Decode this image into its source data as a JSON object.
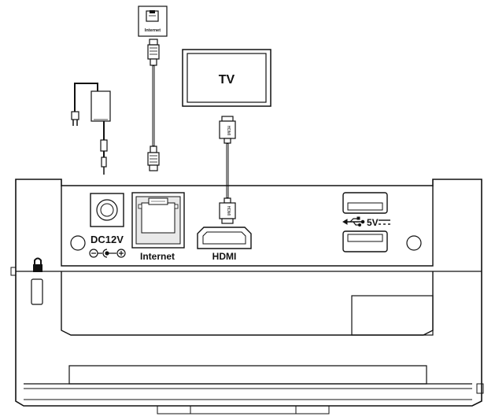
{
  "wall_jack": {
    "label": "Internet"
  },
  "tv": {
    "label": "TV"
  },
  "cable_labels": {
    "hdmi_plug_text": "HDMI"
  },
  "ports": {
    "dc": {
      "label": "DC12V"
    },
    "internet": {
      "label": "Internet"
    },
    "hdmi": {
      "label": "HDMI"
    },
    "usb": {
      "label": "5V"
    }
  },
  "icons": [
    "padlock-icon",
    "usb-icon",
    "dc-polarity-icon",
    "power-adapter-icon",
    "ethernet-cable-icon",
    "hdmi-cable-icon"
  ],
  "colors": {
    "line": "#111111",
    "panel": "#ffffff",
    "port_fill": "#e9e9e9"
  }
}
